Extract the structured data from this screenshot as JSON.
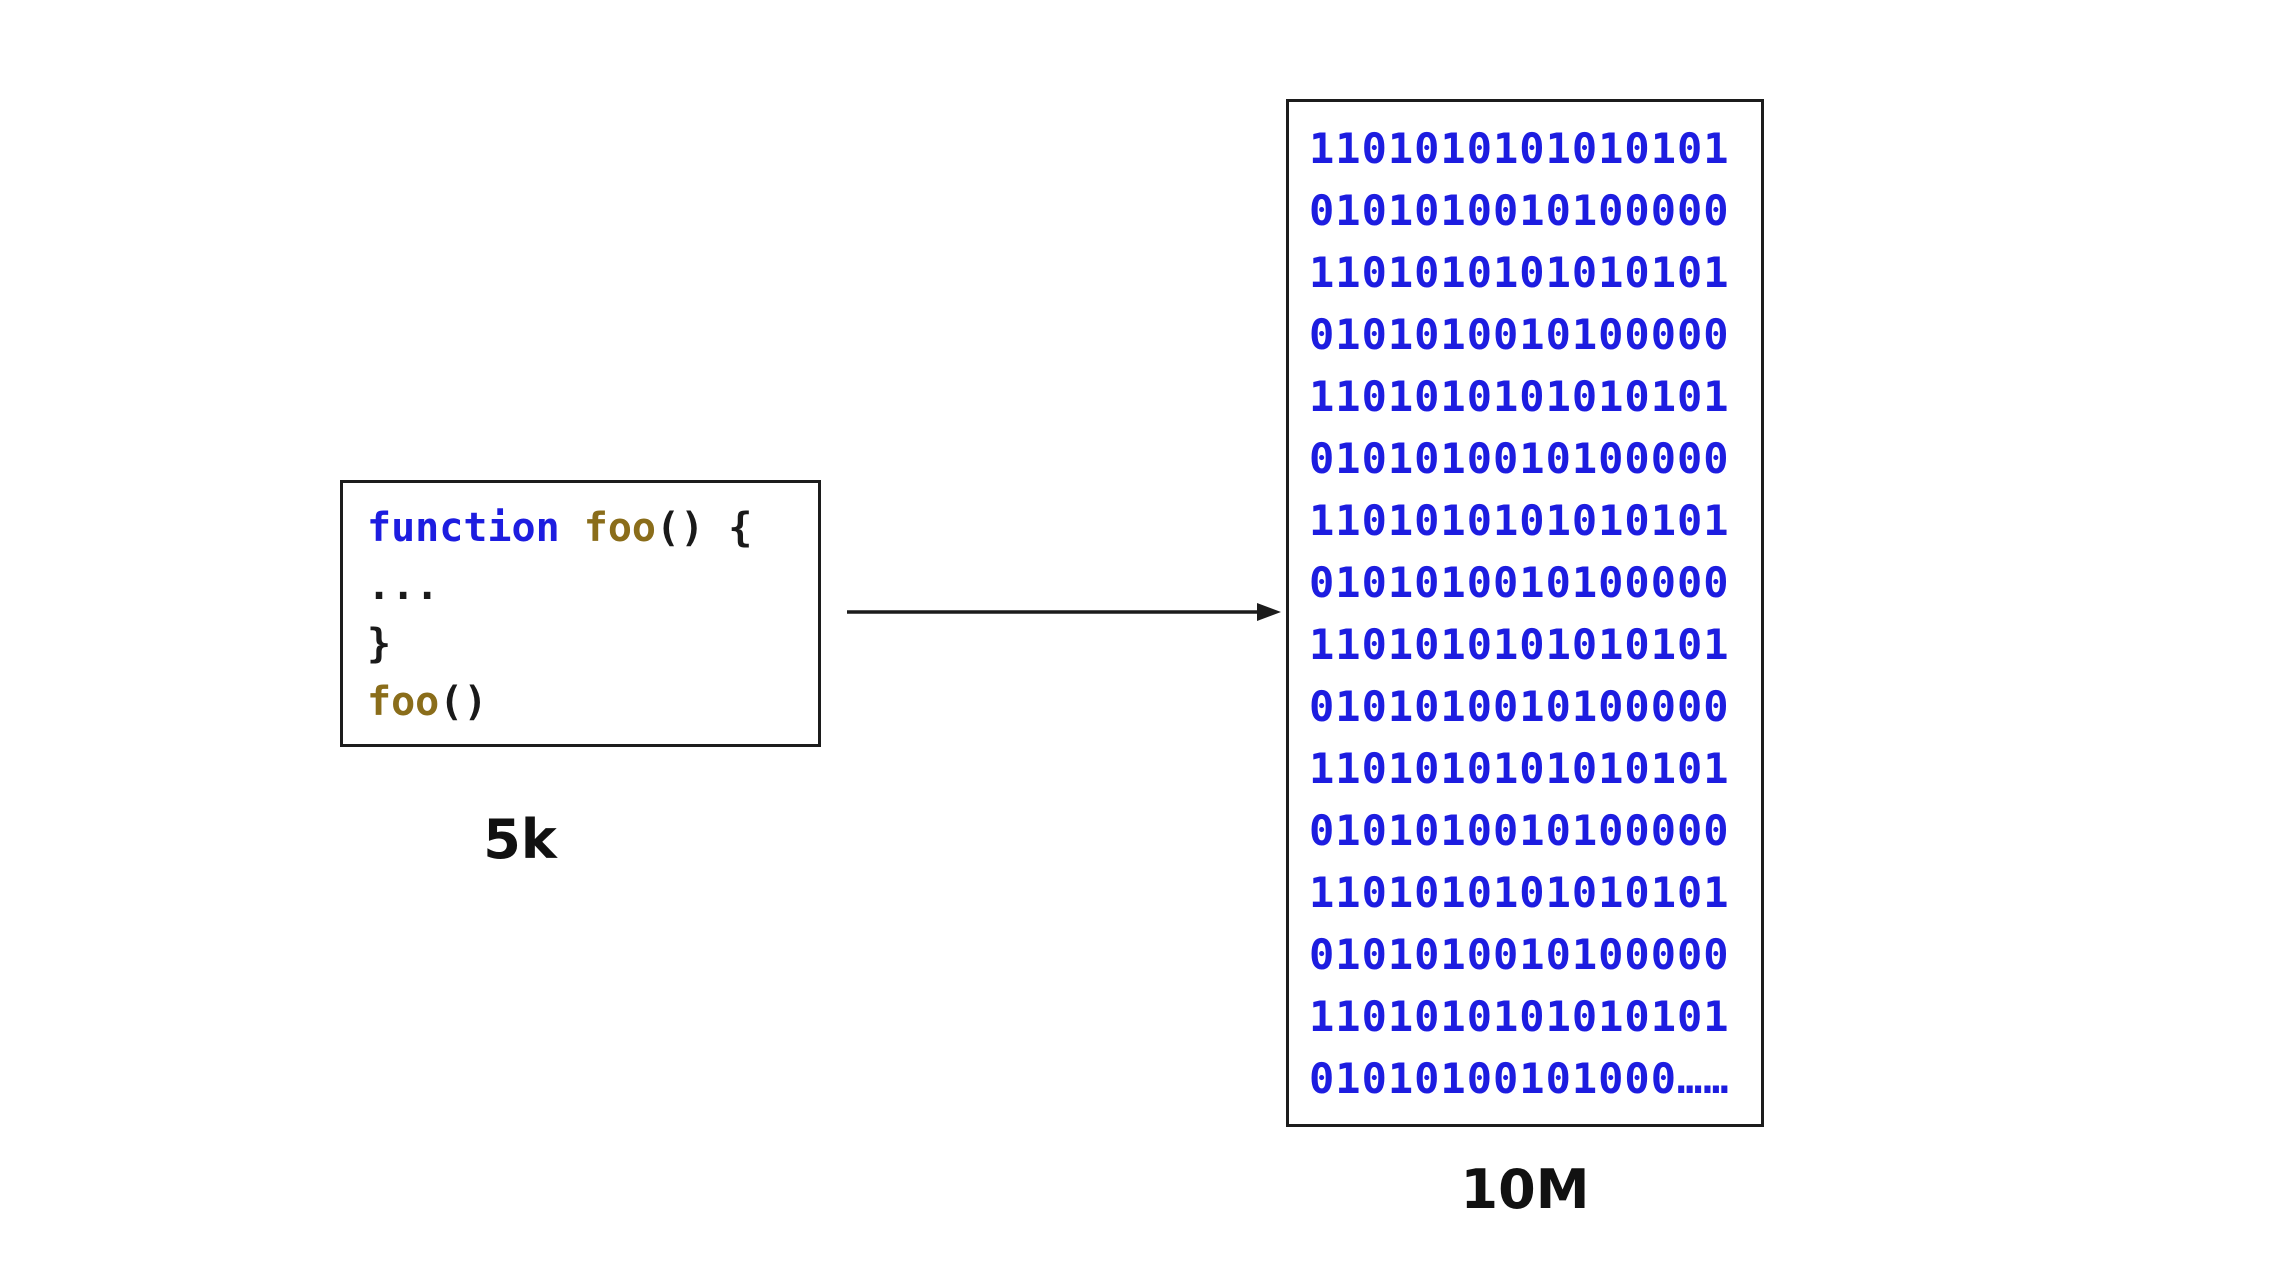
{
  "labels": {
    "source_size": "5k",
    "binary_size": "10M"
  },
  "colors": {
    "keyword": "#1d1de0",
    "identifier": "#8a6d1a",
    "plain": "#1a1a1a",
    "binary": "#1d1de0",
    "border": "#1c1c1c",
    "arrow": "#1c1c1c"
  },
  "code_box": {
    "lines": [
      {
        "tokens": [
          {
            "text": "function ",
            "type": "keyword"
          },
          {
            "text": "foo",
            "type": "identifier"
          },
          {
            "text": "() {",
            "type": "plain"
          }
        ]
      },
      {
        "tokens": [
          {
            "text": "...",
            "type": "plain"
          }
        ]
      },
      {
        "tokens": [
          {
            "text": "}",
            "type": "plain"
          }
        ]
      },
      {
        "tokens": [
          {
            "text": "foo",
            "type": "identifier"
          },
          {
            "text": "()",
            "type": "plain"
          }
        ]
      }
    ]
  },
  "binary_box": {
    "lines": [
      "1101010101010101",
      "0101010010100000",
      "1101010101010101",
      "0101010010100000",
      "1101010101010101",
      "0101010010100000",
      "1101010101010101",
      "0101010010100000",
      "1101010101010101",
      "0101010010100000",
      "1101010101010101",
      "0101010010100000",
      "1101010101010101",
      "0101010010100000",
      "1101010101010101",
      "01010100101000……"
    ]
  }
}
